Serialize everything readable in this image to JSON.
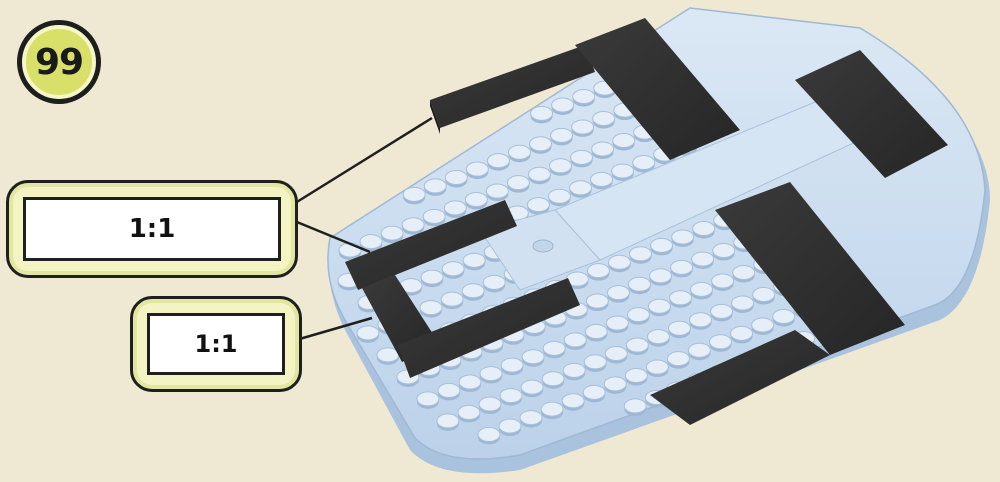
{
  "step": {
    "number": "99"
  },
  "callouts": [
    {
      "label": "1:1"
    },
    {
      "label": "1:1"
    }
  ],
  "colors": {
    "background": "#efe9d4",
    "baseplate": "#c9dcef",
    "dark_plate": "#2e2e2e",
    "callout_fill": "#f4f3c4"
  }
}
